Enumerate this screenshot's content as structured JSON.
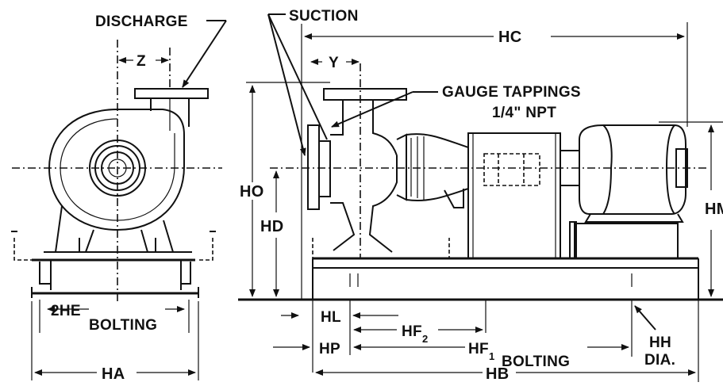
{
  "labels": {
    "discharge": "DISCHARGE",
    "suction": "SUCTION",
    "z": "Z",
    "y": "Y",
    "hc": "HC",
    "gauge_1": "GAUGE TAPPINGS",
    "gauge_2": "1/4\" NPT",
    "ho": "HO",
    "hd": "HD",
    "hm": "HM",
    "he": "2HE",
    "bolting_left": "BOLTING",
    "ha": "HA",
    "hl": "HL",
    "hp": "HP",
    "hf2": "HF",
    "hf2_sub": "2",
    "hf1": "HF",
    "hf1_sub": "1",
    "bolting_right": "BOLTING",
    "hh_1": "HH",
    "hh_2": "DIA.",
    "hb": "HB"
  }
}
